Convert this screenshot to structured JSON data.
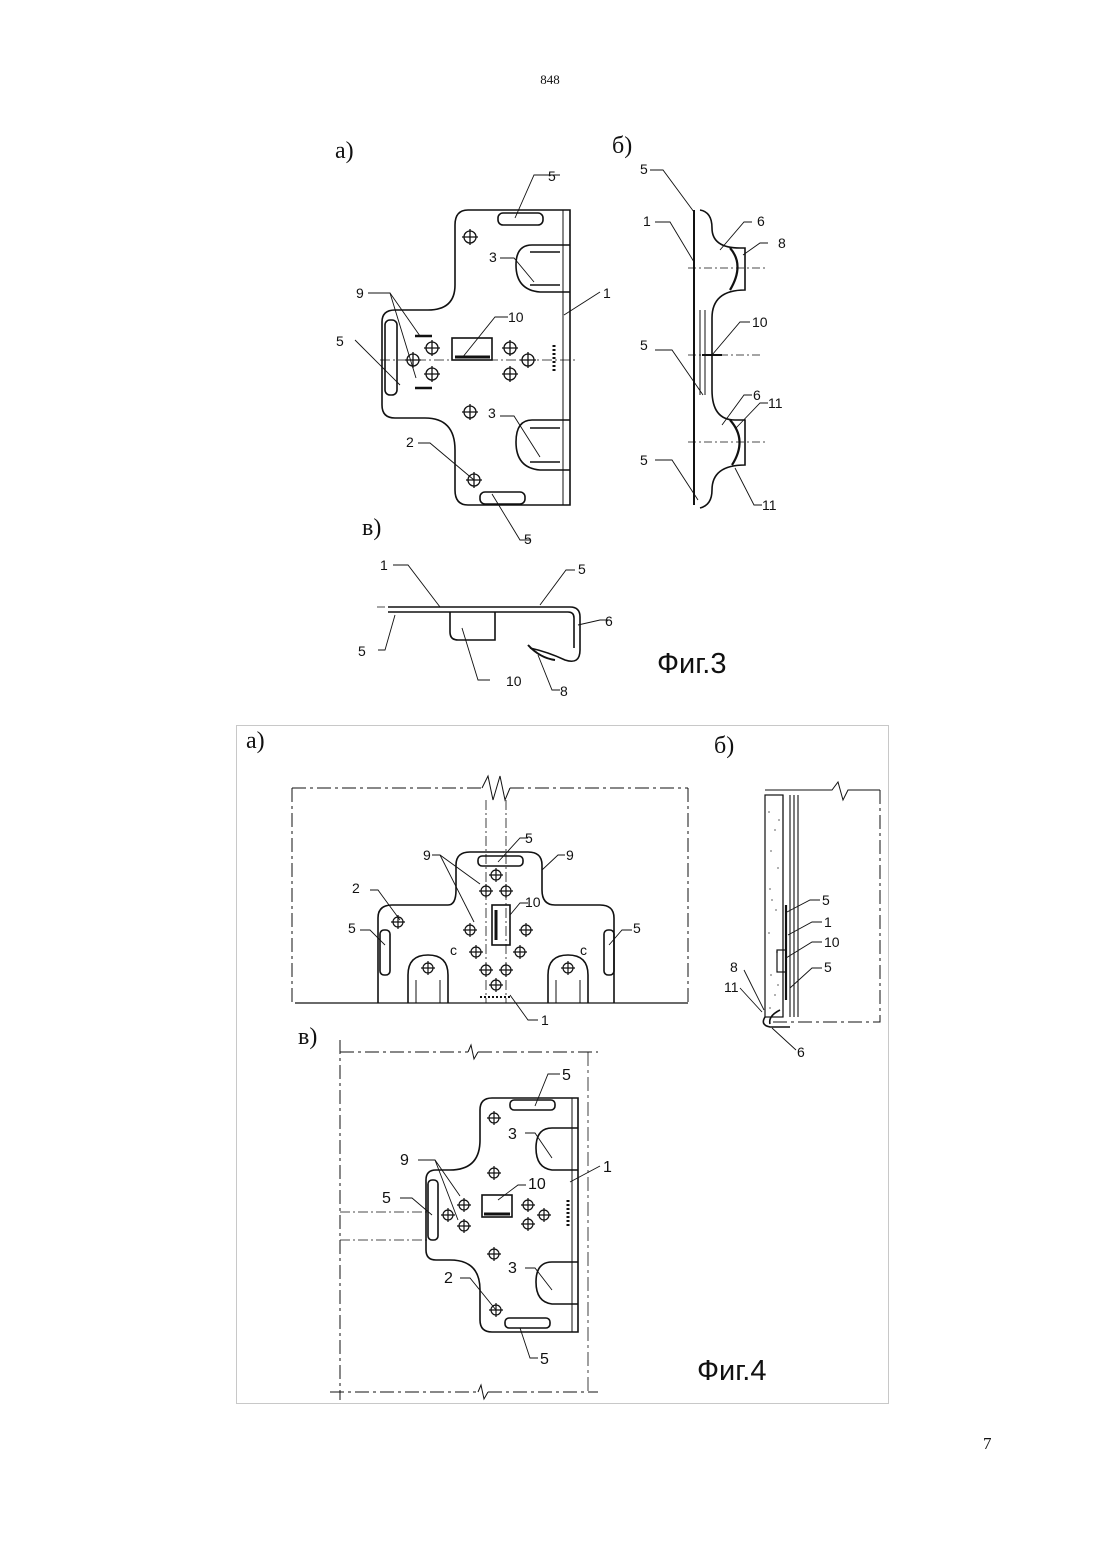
{
  "header": {
    "doc_number": "848"
  },
  "page_number": "7",
  "fig3": {
    "caption": "Фиг.3",
    "panel_a": "а)",
    "panel_b": "б)",
    "panel_c": "в)"
  },
  "fig4": {
    "caption": "Фиг.4",
    "panel_a": "а)",
    "panel_b": "б)",
    "panel_c": "в)"
  },
  "labels": {
    "n1": "1",
    "n2": "2",
    "n3": "3",
    "n5": "5",
    "n6": "6",
    "n8": "8",
    "n9": "9",
    "n10": "10",
    "n11": "11",
    "nc": "с"
  }
}
